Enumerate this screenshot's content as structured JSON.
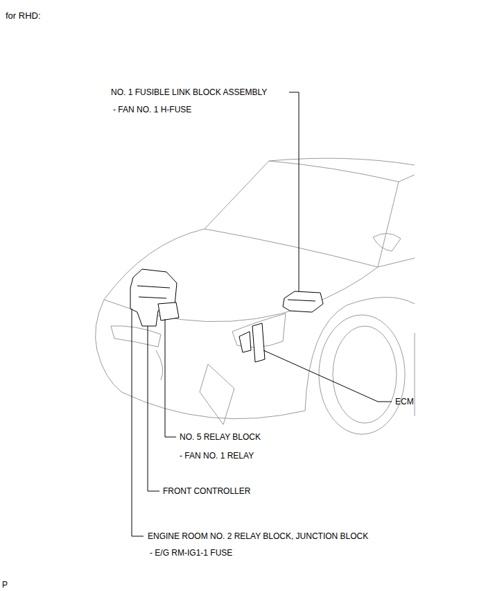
{
  "diagram": {
    "title": "for RHD:",
    "labels": [
      "NO. 1 FUSIBLE LINK BLOCK ASSEMBLY",
      "- FAN NO. 1 H-FUSE",
      "ECM",
      "NO. 5 RELAY BLOCK",
      "- FAN NO. 1 RELAY",
      "FRONT CONTROLLER",
      "ENGINE ROOM NO. 2 RELAY BLOCK, JUNCTION BLOCK",
      "- E/G RM-IG1-1 FUSE",
      "P"
    ]
  }
}
